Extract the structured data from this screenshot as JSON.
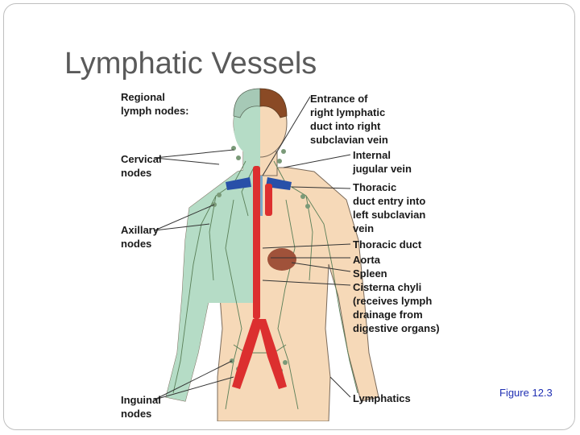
{
  "slide": {
    "title": "Lymphatic Vessels",
    "caption": "Figure 12.3"
  },
  "labels": {
    "regional": "Regional\nlymph nodes:",
    "cervical": "Cervical\nnodes",
    "axillary": "Axillary\nnodes",
    "inguinal": "Inguinal\nnodes",
    "entrance": "Entrance of\nright lymphatic\nduct into right\nsubclavian vein",
    "jugular": "Internal\njugular vein",
    "thoracic_entry": "Thoracic\nduct entry into\nleft subclavian\nvein",
    "thoracic_duct": "Thoracic duct",
    "aorta": "Aorta",
    "spleen": "Spleen",
    "cisterna": "Cisterna chyli\n(receives lymph\ndrainage from\ndigestive organs)",
    "lymphatics": "Lymphatics"
  },
  "colors": {
    "drained_right": "#b5dcc6",
    "skin": "#f6d9b8",
    "hair_left": "#a6c9b6",
    "hair_right": "#8a4a25",
    "vessel": "#dc2f2f",
    "duct_blue": "#2850a8",
    "spleen": "#a0523a",
    "lymph_line": "#5a7f58"
  }
}
